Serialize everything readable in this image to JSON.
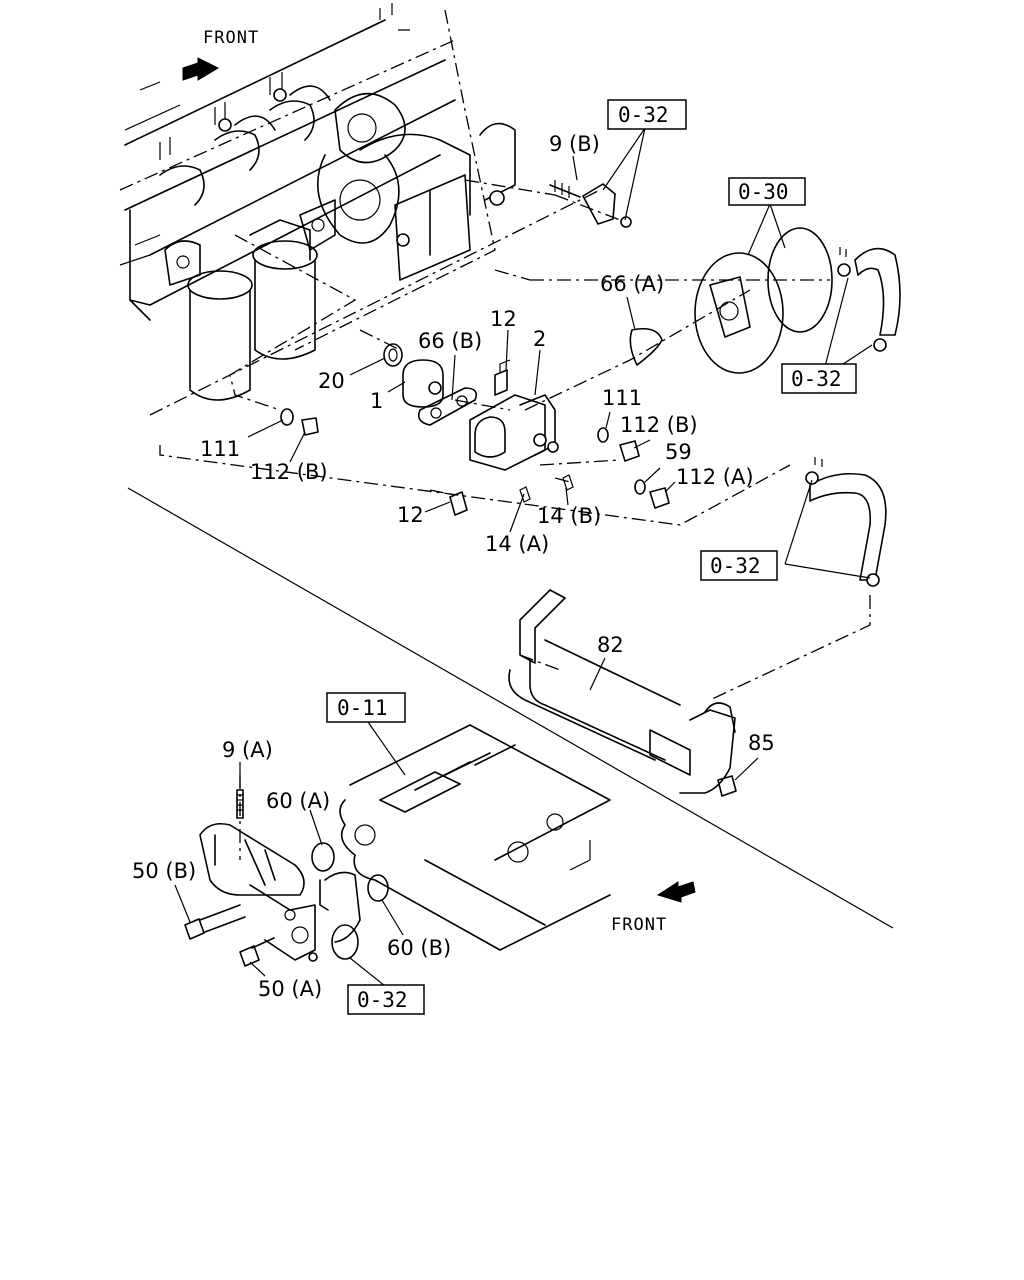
{
  "labels": {
    "front_top": "FRONT",
    "front_bottom": "FRONT",
    "p_9b": "9 (B)",
    "p_66a": "66 (A)",
    "p_12_top": "12",
    "p_2": "2",
    "p_66b": "66 (B)",
    "p_20": "20",
    "p_1": "1",
    "p_111_left": "111",
    "p_112b_left": "112 (B)",
    "p_111_right": "111",
    "p_112b_right": "112 (B)",
    "p_59": "59",
    "p_112a": "112 (A)",
    "p_12_bottom": "12",
    "p_14b": "14 (B)",
    "p_14a": "14 (A)",
    "p_82": "82",
    "p_85": "85",
    "p_9a": "9 (A)",
    "p_60a": "60 (A)",
    "p_50b": "50 (B)",
    "p_60b": "60 (B)",
    "p_50a": "50 (A)"
  },
  "refs": {
    "r_032_top": "0-32",
    "r_030": "0-30",
    "r_032_right": "0-32",
    "r_032_mid": "0-32",
    "r_011": "0-11",
    "r_032_bottom": "0-32"
  }
}
